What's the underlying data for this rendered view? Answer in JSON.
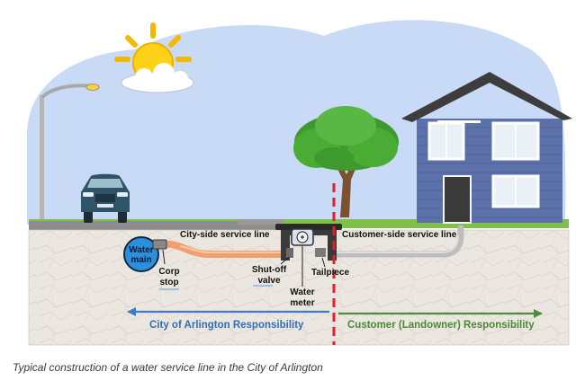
{
  "labels": {
    "water_main": [
      "Water",
      "main"
    ],
    "city_side_line": "City-side service line",
    "customer_side_line": "Customer-side service line",
    "corp_stop": [
      "Corp",
      "stop"
    ],
    "shutoff_valve": [
      "Shut-off",
      "valve"
    ],
    "tailpiece": "Tailpiece",
    "water_meter": [
      "Water",
      "meter"
    ]
  },
  "responsibility": {
    "city": "City of Arlington Responsibility",
    "customer": "Customer (Landowner) Responsibility"
  },
  "caption": "Typical construction of a water service line in the City of Arlington",
  "colors": {
    "city_arrow": "#3a7cc6",
    "customer_arrow": "#4e8d3a",
    "boundary": "#e0202a",
    "city_pipe": "#f0a070",
    "customer_pipe": "#c9c9c9",
    "water_main": "#2b8fd9",
    "sky": "#c8daf5",
    "soil": "#eae6df",
    "house": "#5a6ea8"
  }
}
